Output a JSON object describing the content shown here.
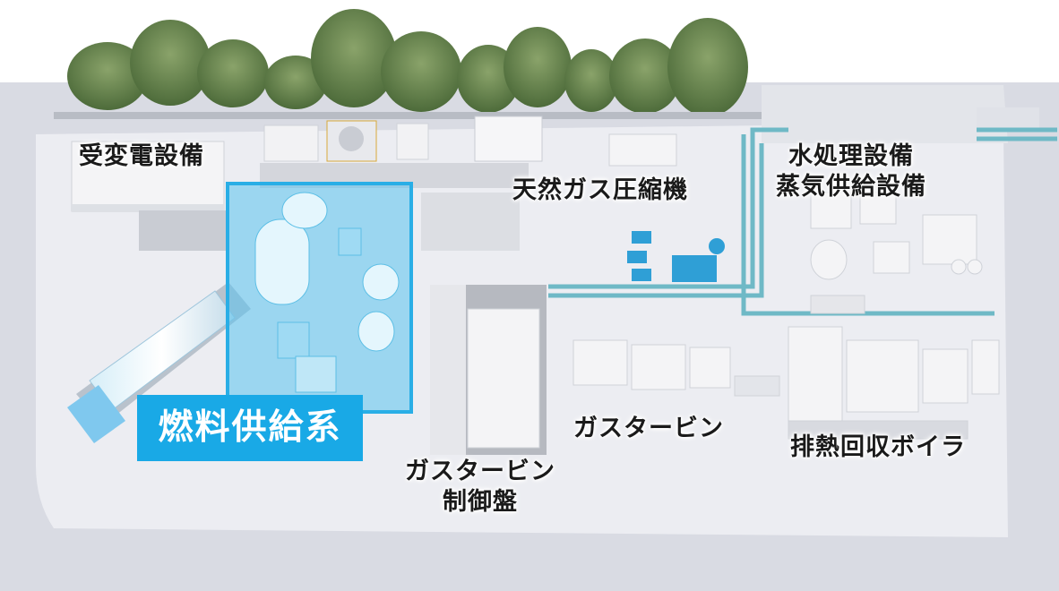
{
  "labels": {
    "substation": "受変電設備",
    "gas_compressor": "天然ガス圧縮機",
    "water_treatment": "水処理設備",
    "steam_supply": "蒸気供給設備",
    "gas_turbine": "ガスタービン",
    "gas_turbine_panel_line1": "ガスタービン",
    "gas_turbine_panel_line2": "制御盤",
    "hrsg": "排熱回収ボイラ",
    "fuel_supply": "燃料供給系"
  },
  "colors": {
    "ground": "#d9dbe3",
    "floor": "#ecedf2",
    "highlight_fill": "#59c3ee",
    "highlight_border": "#29aee6",
    "label_box": "#19a9e6",
    "pipes": "#6fb9c6",
    "trees": "#5f7f48"
  }
}
